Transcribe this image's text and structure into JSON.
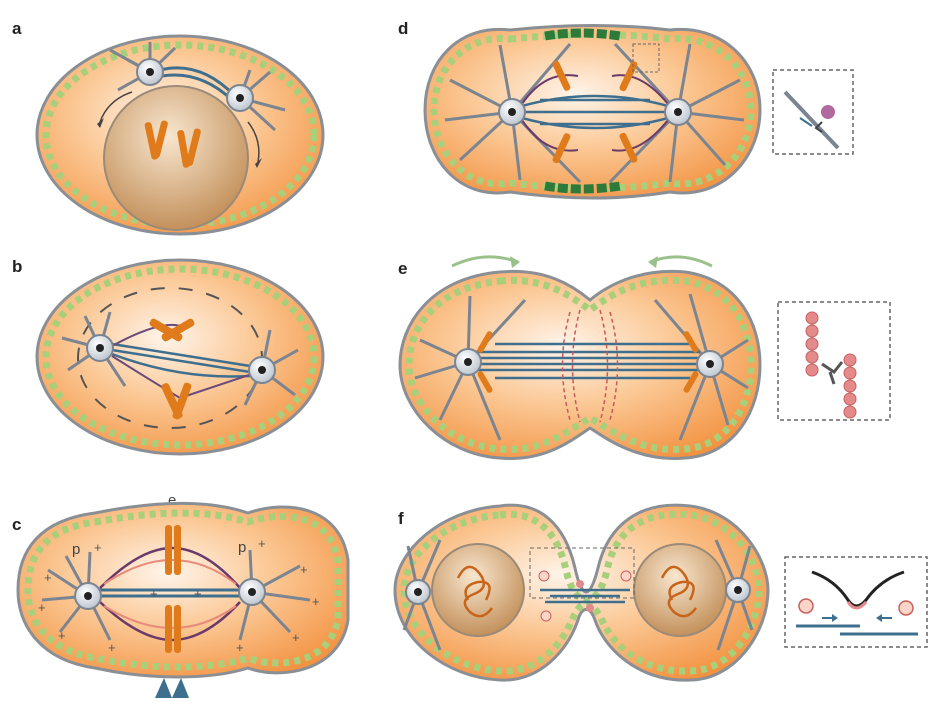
{
  "panels": [
    {
      "id": "a",
      "label": "a"
    },
    {
      "id": "b",
      "label": "b"
    },
    {
      "id": "c",
      "label": "c",
      "labels": [
        "e",
        "p",
        "p"
      ]
    },
    {
      "id": "d",
      "label": "d"
    },
    {
      "id": "e",
      "label": "e"
    },
    {
      "id": "f",
      "label": "f"
    }
  ],
  "colors": {
    "cytoplasm": "#f5a35a",
    "cortex": "#a8cf7a",
    "microtubule": "#7b8591",
    "spindle": "#3f6f8f",
    "chromosome": "#e07b1c",
    "nucleus": "#c89a62",
    "myosin": "#2e7a3a",
    "signal": "#d88a8a"
  }
}
